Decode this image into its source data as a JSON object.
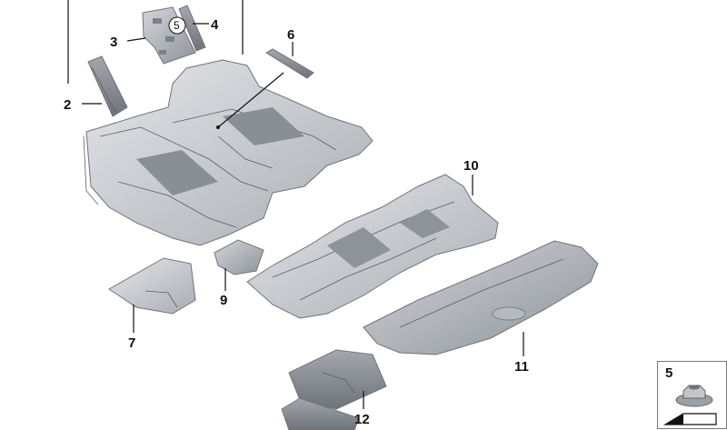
{
  "diagram": {
    "callouts": {
      "c2": "2",
      "c3": "3",
      "c4": "4",
      "c5": "5",
      "c6": "6",
      "c7": "7",
      "c9": "9",
      "c10": "10",
      "c11": "11",
      "c12": "12"
    },
    "inset": {
      "label": "5",
      "icons": [
        "flange-nut-icon",
        "arrow-icon"
      ]
    },
    "colors": {
      "part_fill": "#c9ccd0",
      "part_dark": "#9ea3a8",
      "part_light": "#e3e5e8",
      "line": "#111111"
    }
  }
}
